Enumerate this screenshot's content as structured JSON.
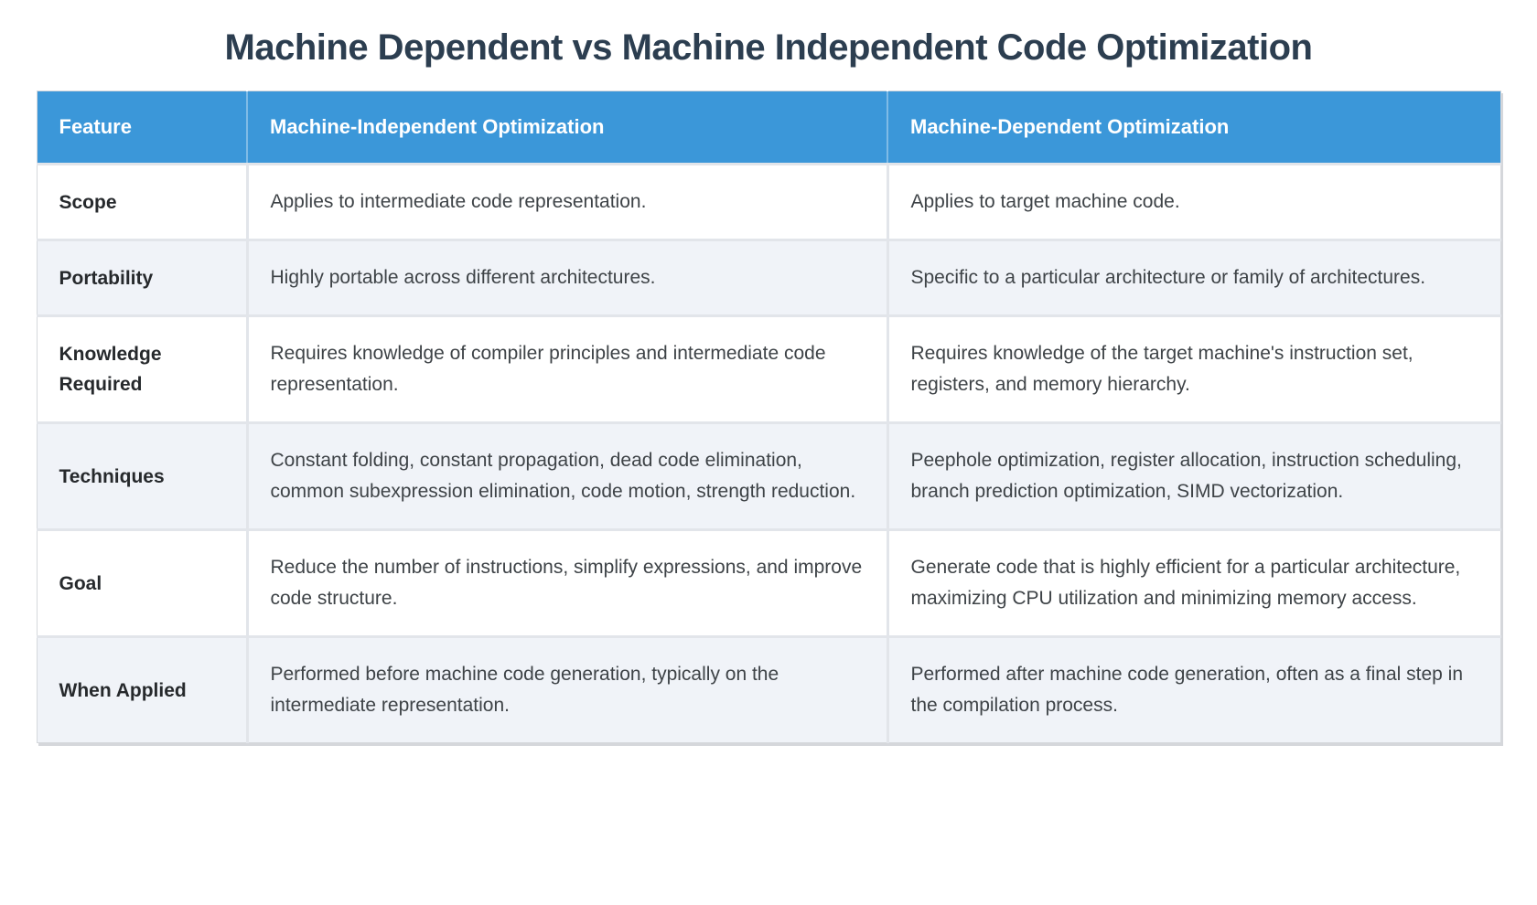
{
  "page": {
    "title": "Machine Dependent vs Machine Independent Code Optimization"
  },
  "colors": {
    "header_bg": "#3b97d9",
    "header_text": "#ffffff",
    "row_bg": "#ffffff",
    "row_alt_bg": "#f0f3f8",
    "title_color": "#2c3e50",
    "body_text": "#3e4347",
    "feature_text": "#26292c",
    "border_color": "#e2e5ea"
  },
  "table": {
    "columns": [
      "Feature",
      "Machine-Independent Optimization",
      "Machine-Dependent Optimization"
    ],
    "rows": [
      {
        "feature": "Scope",
        "independent": "Applies to intermediate code representation.",
        "dependent": "Applies to target machine code."
      },
      {
        "feature": "Portability",
        "independent": "Highly portable across different architectures.",
        "dependent": "Specific to a particular architecture or family of architectures."
      },
      {
        "feature": "Knowledge Required",
        "independent": "Requires knowledge of compiler principles and intermediate code representation.",
        "dependent": "Requires knowledge of the target machine's instruction set, registers, and memory hierarchy."
      },
      {
        "feature": "Techniques",
        "independent": "Constant folding, constant propagation, dead code elimination, common subexpression elimination, code motion, strength reduction.",
        "dependent": "Peephole optimization, register allocation, instruction scheduling, branch prediction optimization, SIMD vectorization."
      },
      {
        "feature": "Goal",
        "independent": "Reduce the number of instructions, simplify expressions, and improve code structure.",
        "dependent": "Generate code that is highly efficient for a particular architecture, maximizing CPU utilization and minimizing memory access."
      },
      {
        "feature": "When Applied",
        "independent": "Performed before machine code generation, typically on the intermediate representation.",
        "dependent": "Performed after machine code generation, often as a final step in the compilation process."
      }
    ]
  }
}
